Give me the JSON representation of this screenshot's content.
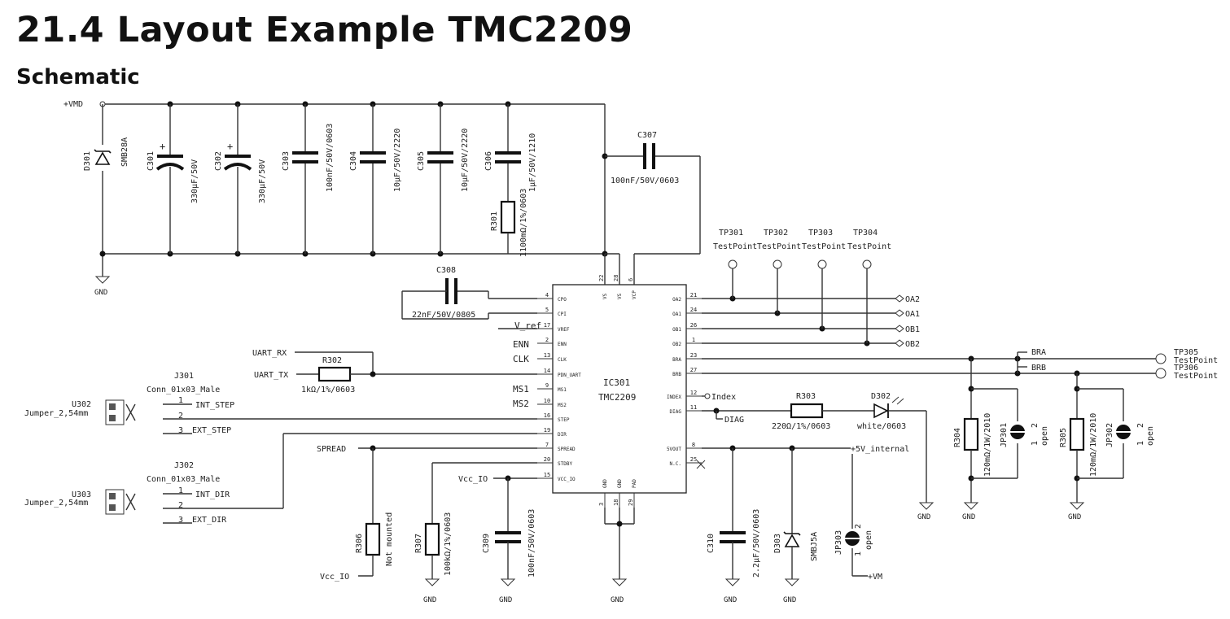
{
  "heading": "21.4 Layout Example TMC2209",
  "subheading": "Schematic",
  "nets": {
    "vmd": "+VMD",
    "gnd": "GND",
    "vm": "+VM",
    "v5int": "+5V_internal",
    "vcc_io": "Vcc_IO",
    "uart_rx": "UART_RX",
    "uart_tx": "UART_TX",
    "spread": "SPREAD",
    "int_step": "INT_STEP",
    "ext_step": "EXT_STEP",
    "int_dir": "INT_DIR",
    "ext_dir": "EXT_DIR",
    "index": "Index",
    "diag": "DIAG",
    "oa2": "OA2",
    "oa1": "OA1",
    "ob1": "OB1",
    "ob2": "OB2",
    "bra": "BRA",
    "brb": "BRB",
    "vref": "V_ref",
    "enn": "ENN",
    "clk": "CLK",
    "ms1": "MS1",
    "ms2": "MS2"
  },
  "ic": {
    "ref": "IC301",
    "value": "TMC2209",
    "left_pins": [
      {
        "num": "4",
        "name": "CPO"
      },
      {
        "num": "5",
        "name": "CPI"
      },
      {
        "num": "17",
        "name": "VREF"
      },
      {
        "num": "2",
        "name": "ENN"
      },
      {
        "num": "13",
        "name": "CLK"
      },
      {
        "num": "14",
        "name": "PDN_UART"
      },
      {
        "num": "9",
        "name": "MS1"
      },
      {
        "num": "10",
        "name": "MS2"
      },
      {
        "num": "16",
        "name": "STEP"
      },
      {
        "num": "19",
        "name": "DIR"
      },
      {
        "num": "7",
        "name": "SPREAD"
      },
      {
        "num": "20",
        "name": "STDBY"
      },
      {
        "num": "15",
        "name": "VCC_IO"
      }
    ],
    "right_pins": [
      {
        "num": "21",
        "name": "OA2"
      },
      {
        "num": "24",
        "name": "OA1"
      },
      {
        "num": "26",
        "name": "OB1"
      },
      {
        "num": "1",
        "name": "OB2"
      },
      {
        "num": "23",
        "name": "BRA"
      },
      {
        "num": "27",
        "name": "BRB"
      },
      {
        "num": "12",
        "name": "INDEX"
      },
      {
        "num": "11",
        "name": "DIAG"
      },
      {
        "num": "8",
        "name": "5VOUT"
      },
      {
        "num": "25",
        "name": "N.C."
      }
    ],
    "top_pins": [
      {
        "num": "22",
        "name": "VS"
      },
      {
        "num": "28",
        "name": "VS"
      },
      {
        "num": "6",
        "name": "VCP"
      }
    ],
    "bottom_pins": [
      {
        "num": "3",
        "name": "GND"
      },
      {
        "num": "18",
        "name": "GND"
      },
      {
        "num": "29",
        "name": "PAD"
      }
    ]
  },
  "components": {
    "d301": {
      "ref": "D301",
      "value": "SMB28A"
    },
    "c301": {
      "ref": "C301",
      "value": "330µF/50V",
      "plus": "+"
    },
    "c302": {
      "ref": "C302",
      "value": "330µF/50V",
      "plus": "+"
    },
    "c303": {
      "ref": "C303",
      "value": "100nF/50V/0603"
    },
    "c304": {
      "ref": "C304",
      "value": "10µF/50V/2220"
    },
    "c305": {
      "ref": "C305",
      "value": "10µF/50V/2220"
    },
    "c306": {
      "ref": "C306",
      "value": "1µF/50V/1210"
    },
    "r301": {
      "ref": "R301",
      "value": "1100mΩ/1%/0603"
    },
    "c307": {
      "ref": "C307",
      "value": "100nF/50V/0603"
    },
    "c308": {
      "ref": "C308",
      "value": "22nF/50V/0805"
    },
    "r302": {
      "ref": "R302",
      "value": "1kΩ/1%/0603"
    },
    "r303": {
      "ref": "R303",
      "value": "220Ω/1%/0603"
    },
    "d302": {
      "ref": "D302",
      "value": "white/0603"
    },
    "r304": {
      "ref": "R304",
      "value": "120mΩ/1W/2010"
    },
    "r305": {
      "ref": "R305",
      "value": "120mΩ/1W/2010"
    },
    "jp301": {
      "ref": "JP301",
      "value": "open",
      "p1": "1",
      "p2": "2"
    },
    "jp302": {
      "ref": "JP302",
      "value": "open",
      "p1": "1",
      "p2": "2"
    },
    "jp303": {
      "ref": "JP303",
      "value": "open",
      "p1": "1",
      "p2": "2"
    },
    "r306": {
      "ref": "R306",
      "value": "Not mounted"
    },
    "r307": {
      "ref": "R307",
      "value": "100kΩ/1%/0603"
    },
    "c309": {
      "ref": "C309",
      "value": "100nF/50V/0603"
    },
    "c310": {
      "ref": "C310",
      "value": "2.2µF/50V/0603"
    },
    "d303": {
      "ref": "D303",
      "value": "SMBJ5A"
    },
    "j301": {
      "ref": "J301",
      "value": "Conn_01x03_Male",
      "p1": "1",
      "p2": "2",
      "p3": "3"
    },
    "j302": {
      "ref": "J302",
      "value": "Conn_01x03_Male",
      "p1": "1",
      "p2": "2",
      "p3": "3"
    },
    "u302": {
      "ref": "U302",
      "value": "Jumper_2,54mm"
    },
    "u303": {
      "ref": "U303",
      "value": "Jumper_2,54mm"
    }
  },
  "testpoints": {
    "tp301": {
      "ref": "TP301",
      "value": "TestPoint"
    },
    "tp302": {
      "ref": "TP302",
      "value": "TestPoint"
    },
    "tp303": {
      "ref": "TP303",
      "value": "TestPoint"
    },
    "tp304": {
      "ref": "TP304",
      "value": "TestPoint"
    },
    "tp305": {
      "ref": "TP305",
      "value": "TestPoint"
    },
    "tp306": {
      "ref": "TP306",
      "value": "TestPoint"
    }
  }
}
